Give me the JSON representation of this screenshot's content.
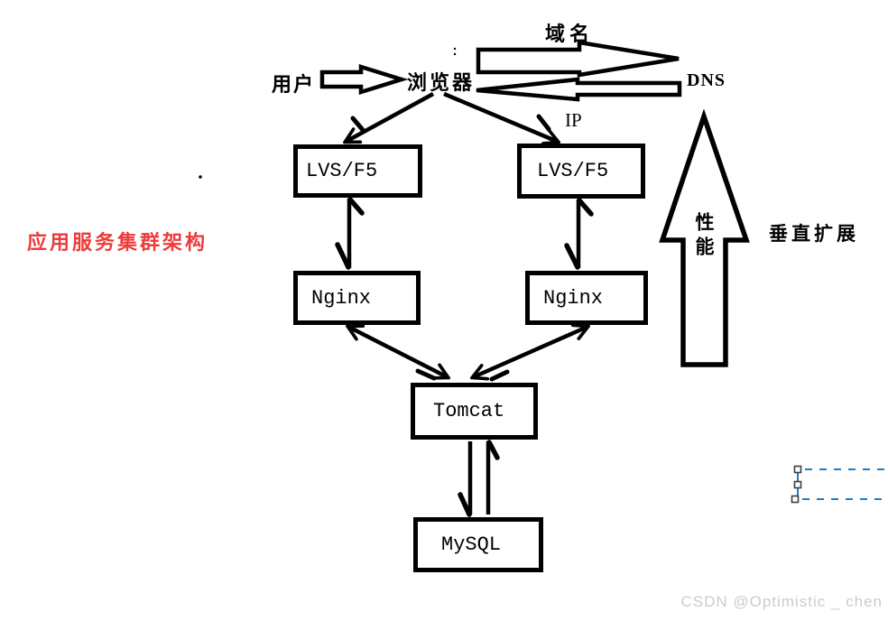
{
  "diagram": {
    "title": "应用服务集群架构",
    "labels": {
      "user": "用户",
      "browser": "浏览器",
      "domain": "域名",
      "dns": "DNS",
      "ip": "IP",
      "performance": "性能",
      "vertical_scaling": "垂直扩展"
    },
    "nodes": {
      "lvs_left": "LVS/F5",
      "lvs_right": "LVS/F5",
      "nginx_left": "Nginx",
      "nginx_right": "Nginx",
      "tomcat": "Tomcat",
      "mysql": "MySQL"
    },
    "edges": [
      {
        "from": "用户",
        "to": "浏览器",
        "style": "block-arrow"
      },
      {
        "from": "浏览器",
        "to": "DNS",
        "label": "域名",
        "style": "block-arrow"
      },
      {
        "from": "DNS",
        "to": "浏览器",
        "label": "IP",
        "style": "block-arrow"
      },
      {
        "from": "浏览器",
        "to": "LVS/F5 (left)"
      },
      {
        "from": "浏览器",
        "to": "LVS/F5 (right)"
      },
      {
        "from": "LVS/F5 (left)",
        "to": "Nginx (left)",
        "bidirectional": true
      },
      {
        "from": "LVS/F5 (right)",
        "to": "Nginx (right)",
        "bidirectional": true
      },
      {
        "from": "Nginx (left)",
        "to": "Tomcat",
        "bidirectional": true
      },
      {
        "from": "Nginx (right)",
        "to": "Tomcat",
        "bidirectional": true
      },
      {
        "from": "Tomcat",
        "to": "MySQL"
      },
      {
        "from": "MySQL",
        "to": "Tomcat"
      }
    ],
    "annotation_arrow": {
      "direction": "up",
      "label": "性能",
      "note": "垂直扩展"
    }
  },
  "colors": {
    "ink": "#000000",
    "title_red": "#ee3b3b",
    "selection_blue": "#1e7ec8",
    "watermark_gray": "#cccccc"
  },
  "watermark": "CSDN @Optimistic _ chen"
}
